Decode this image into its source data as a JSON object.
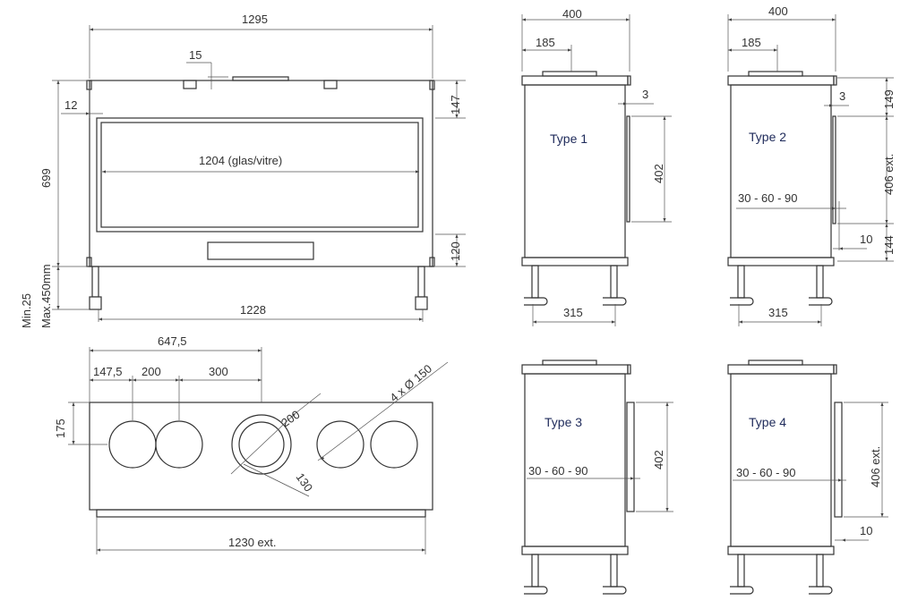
{
  "front_view": {
    "width": "1295",
    "cap_offset": "15",
    "side_frame": "12",
    "height": "699",
    "top_band": "147",
    "glass": "1204 (glas/vitre)",
    "bottom_band": "120",
    "leg_min": "Min.25",
    "leg_max": "Max.450mm",
    "leg_spacing": "1228"
  },
  "top_view": {
    "center_flue": "647,5",
    "first": "147,5",
    "spacing1": "200",
    "spacing2": "300",
    "depth_offset": "175",
    "outlets": "4 x Ø 150",
    "outer_diameter": "200",
    "inner_diameter": "130",
    "ext_width": "1230 ext."
  },
  "type1": {
    "label": "Type  1",
    "depth": "400",
    "flue_offset": "185",
    "gap": "3",
    "door": "402",
    "leg_spacing": "315"
  },
  "type2": {
    "label": "Type  2",
    "depth": "400",
    "flue_offset": "185",
    "gap": "3",
    "top": "149",
    "door": "406 ext.",
    "bottom": "144",
    "options": "30  -  60  -  90",
    "offset": "10",
    "leg_spacing": "315"
  },
  "type3": {
    "label": "Type  3",
    "door": "402",
    "options": "30  -  60  -  90"
  },
  "type4": {
    "label": "Type  4",
    "door": "406 ext.",
    "options": "30  -  60  -  90",
    "offset": "10"
  }
}
